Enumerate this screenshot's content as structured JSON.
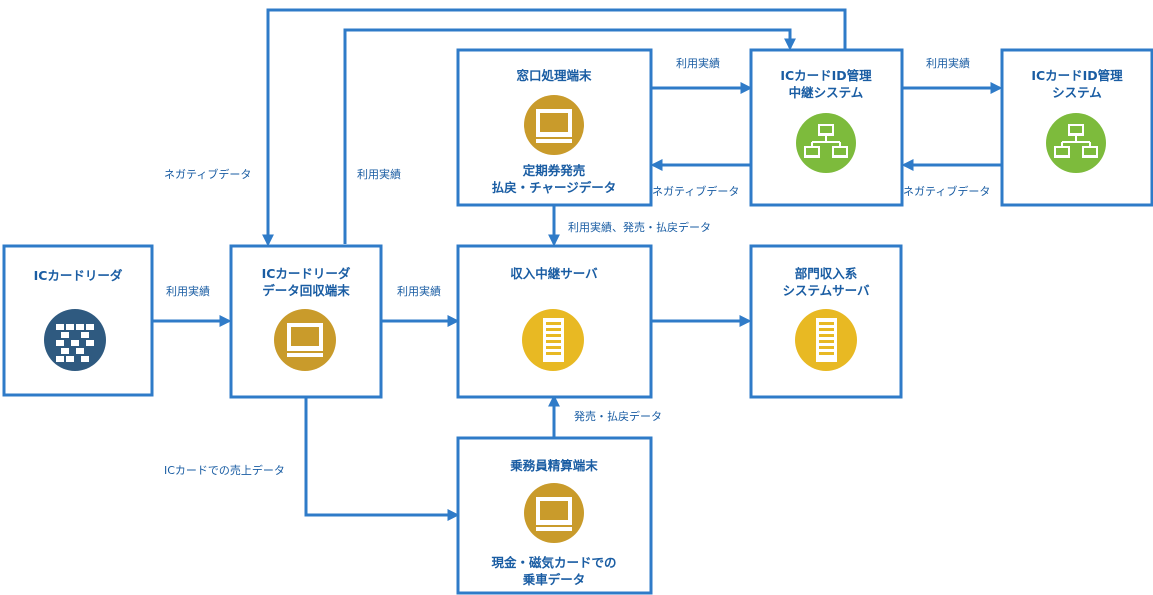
{
  "colors": {
    "line": "#2f7bc8",
    "text": "#1a5da3",
    "reader": "#2f5a80",
    "terminal": "#c99b2b",
    "server": "#e8b923",
    "network": "#7dbb3c"
  },
  "nodes": {
    "ic_reader": {
      "title": [
        "ICカードリーダ"
      ],
      "sub": [],
      "icon": "card-reader-icon"
    },
    "collect_terminal": {
      "title": [
        "ICカードリーダ",
        "データ回収端末"
      ],
      "sub": [],
      "icon": "terminal-icon"
    },
    "window_terminal": {
      "title": [
        "窓口処理端末"
      ],
      "sub": [
        "定期券発売",
        "払戻・チャージデータ"
      ],
      "icon": "terminal-icon"
    },
    "relay_server": {
      "title": [
        "収入中継サーバ"
      ],
      "sub": [],
      "icon": "server-icon"
    },
    "dept_server": {
      "title": [
        "部門収入系",
        "システムサーバ"
      ],
      "sub": [],
      "icon": "server-icon"
    },
    "id_relay": {
      "title": [
        "ICカードID管理",
        "中継システム"
      ],
      "sub": [],
      "icon": "network-icon"
    },
    "id_system": {
      "title": [
        "ICカードID管理",
        "システム"
      ],
      "sub": [],
      "icon": "network-icon"
    },
    "crew_terminal": {
      "title": [
        "乗務員精算端末"
      ],
      "sub": [
        "現金・磁気カードでの",
        "乗車データ"
      ],
      "icon": "terminal-icon"
    }
  },
  "edges": {
    "reader_to_collect": "利用実績",
    "collect_to_relay": "利用実績",
    "collect_to_crew": "ICカードでの売上データ",
    "window_to_relay": "利用実績、発売・払戻データ",
    "crew_to_relay": "発売・払戻データ",
    "relay_to_dept": "",
    "window_to_idrelay": "利用実績",
    "idrelay_to_window": "ネガティブデータ",
    "idrelay_to_idsystem": "利用実績",
    "idsystem_to_idrelay": "ネガティブデータ",
    "idrelay_to_collect": "ネガティブデータ",
    "collect_to_idrelay": "利用実績"
  }
}
